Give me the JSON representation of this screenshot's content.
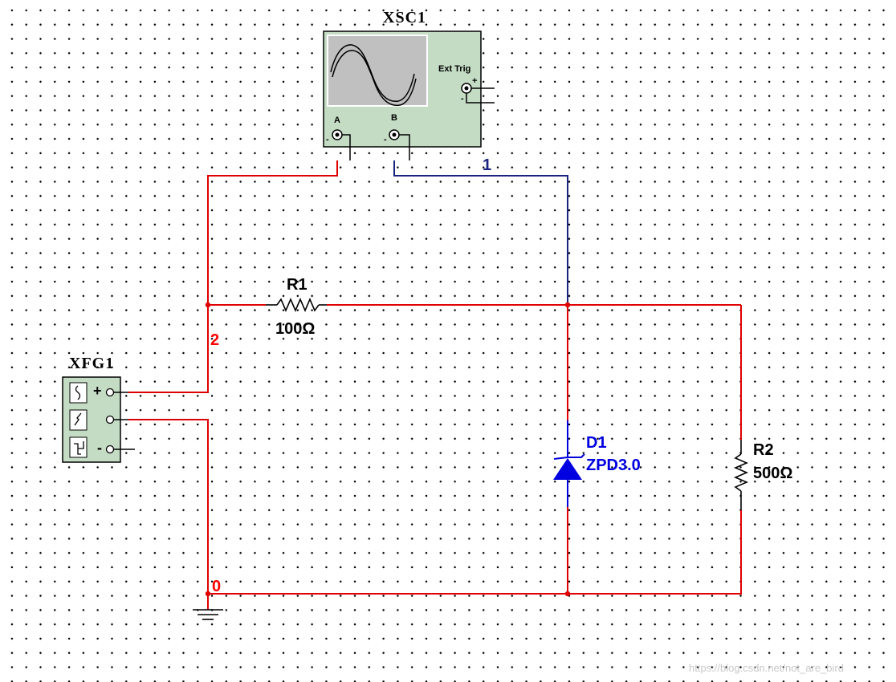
{
  "colors": {
    "wire_red": "#e00000",
    "wire_blue": "#1a237e",
    "diode_blue": "#0000e0",
    "instrument_green": "#c4dcc4",
    "scope_screen": "#c0c0c0"
  },
  "oscilloscope": {
    "ref": "XSC1",
    "ext_trig_label": "Ext Trig",
    "channel_a_label": "A",
    "channel_b_label": "B",
    "plus": "+",
    "minus": "-"
  },
  "function_generator": {
    "ref": "XFG1",
    "plus": "+",
    "minus": "-",
    "waveforms": [
      "sine-icon",
      "triangle-icon",
      "square-icon"
    ]
  },
  "components": {
    "r1": {
      "ref": "R1",
      "value": "100Ω"
    },
    "r2": {
      "ref": "R2",
      "value": "500Ω"
    },
    "d1": {
      "ref": "D1",
      "value": "ZPD3.0"
    }
  },
  "nets": {
    "net1": "1",
    "net2": "2",
    "net0": "0"
  },
  "watermark": "https://blog.csdn.net/not_are_bird"
}
